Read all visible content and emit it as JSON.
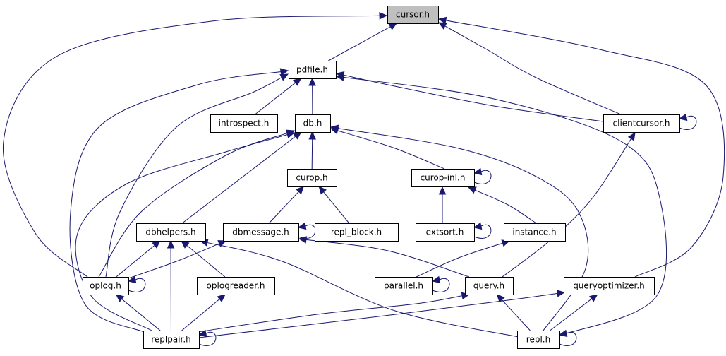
{
  "diagram": {
    "type": "include-dependency-graph",
    "colors": {
      "edge": "#191970",
      "node_border": "#000000",
      "node_fill": "#ffffff",
      "root_fill": "#bfbfbf"
    },
    "nodes": [
      {
        "id": "cursor",
        "label": "cursor.h",
        "highlight": true
      },
      {
        "id": "pdfile",
        "label": "pdfile.h"
      },
      {
        "id": "introspect",
        "label": "introspect.h"
      },
      {
        "id": "db",
        "label": "db.h"
      },
      {
        "id": "clientcursor",
        "label": "clientcursor.h"
      },
      {
        "id": "curop",
        "label": "curop.h"
      },
      {
        "id": "curopinl",
        "label": "curop-inl.h"
      },
      {
        "id": "dbhelpers",
        "label": "dbhelpers.h"
      },
      {
        "id": "dbmessage",
        "label": "dbmessage.h"
      },
      {
        "id": "replblock",
        "label": "repl_block.h"
      },
      {
        "id": "extsort",
        "label": "extsort.h"
      },
      {
        "id": "instance",
        "label": "instance.h"
      },
      {
        "id": "oplog",
        "label": "oplog.h"
      },
      {
        "id": "oplogreader",
        "label": "oplogreader.h"
      },
      {
        "id": "parallel",
        "label": "parallel.h"
      },
      {
        "id": "query",
        "label": "query.h"
      },
      {
        "id": "queryoptimizer",
        "label": "queryoptimizer.h"
      },
      {
        "id": "replpair",
        "label": "replpair.h"
      },
      {
        "id": "repl",
        "label": "repl.h"
      }
    ],
    "edges": [
      {
        "from": "pdfile",
        "to": "cursor"
      },
      {
        "from": "clientcursor",
        "to": "cursor"
      },
      {
        "from": "oplog",
        "to": "cursor"
      },
      {
        "from": "queryoptimizer",
        "to": "cursor"
      },
      {
        "from": "introspect",
        "to": "pdfile"
      },
      {
        "from": "db",
        "to": "pdfile"
      },
      {
        "from": "clientcursor",
        "to": "pdfile"
      },
      {
        "from": "oplog",
        "to": "pdfile"
      },
      {
        "from": "replpair",
        "to": "pdfile"
      },
      {
        "from": "repl",
        "to": "pdfile"
      },
      {
        "from": "clientcursor",
        "to": "clientcursor"
      },
      {
        "from": "curop",
        "to": "db"
      },
      {
        "from": "curopinl",
        "to": "db"
      },
      {
        "from": "dbhelpers",
        "to": "db"
      },
      {
        "from": "oplog",
        "to": "db"
      },
      {
        "from": "replpair",
        "to": "db"
      },
      {
        "from": "repl",
        "to": "db"
      },
      {
        "from": "query",
        "to": "clientcursor"
      },
      {
        "from": "dbmessage",
        "to": "curop"
      },
      {
        "from": "replblock",
        "to": "curop"
      },
      {
        "from": "curopinl",
        "to": "curopinl"
      },
      {
        "from": "extsort",
        "to": "curopinl"
      },
      {
        "from": "instance",
        "to": "curopinl"
      },
      {
        "from": "dbmessage",
        "to": "dbmessage"
      },
      {
        "from": "oplog",
        "to": "dbhelpers"
      },
      {
        "from": "oplogreader",
        "to": "dbhelpers"
      },
      {
        "from": "replpair",
        "to": "dbhelpers"
      },
      {
        "from": "repl",
        "to": "dbhelpers"
      },
      {
        "from": "oplog",
        "to": "dbmessage"
      },
      {
        "from": "query",
        "to": "dbmessage"
      },
      {
        "from": "extsort",
        "to": "extsort"
      },
      {
        "from": "parallel",
        "to": "instance"
      },
      {
        "from": "oplog",
        "to": "oplog"
      },
      {
        "from": "replpair",
        "to": "oplog"
      },
      {
        "from": "replpair",
        "to": "oplogreader"
      },
      {
        "from": "parallel",
        "to": "parallel"
      },
      {
        "from": "replpair",
        "to": "query"
      },
      {
        "from": "repl",
        "to": "query"
      },
      {
        "from": "replpair",
        "to": "queryoptimizer"
      },
      {
        "from": "repl",
        "to": "queryoptimizer"
      },
      {
        "from": "replpair",
        "to": "replpair"
      },
      {
        "from": "repl",
        "to": "repl"
      }
    ]
  }
}
